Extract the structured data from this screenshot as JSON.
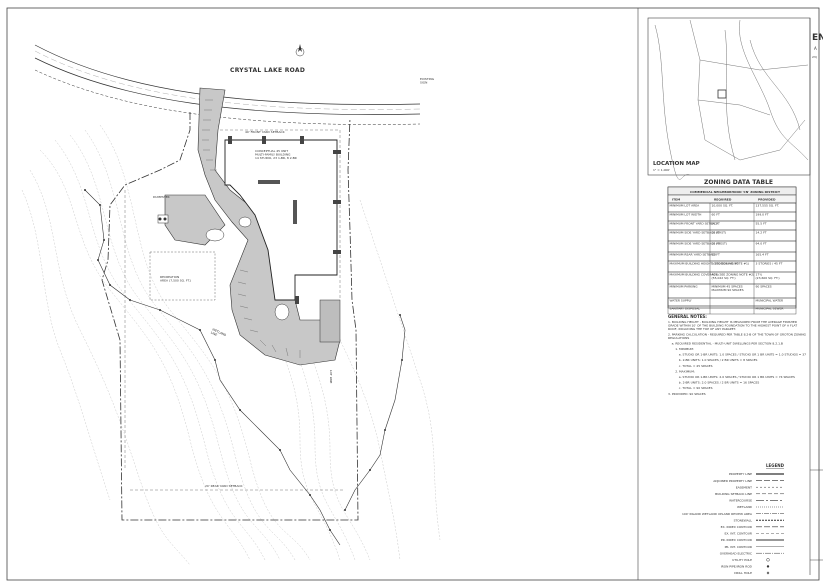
{
  "site_plan": {
    "road_label": "CRYSTAL LAKE ROAD",
    "building_label": "CONCEPTUAL 45 UNIT\nMULTI-FAMILY BUILDING\n14 STUDIO, 23 1-BR, 8 2-BR",
    "setback_front": "40' FRONT YARD SETBACK",
    "setback_rear": "20' REAR YARD SETBACK",
    "recreation_label": "RECREATION\nAREA (7,500 SQ. FT.)",
    "dumpster_label": "DUMPSTER",
    "lot_lines_label": "LOT LINE",
    "existing_label": "EXISTING\nSIGN",
    "wetland_label": "WETLAND\nLINE"
  },
  "location_map": {
    "title": "LOCATION MAP",
    "scale": "1\" = 1,000'"
  },
  "zoning": {
    "title": "ZONING DATA TABLE",
    "subtitle": "COMMERCIAL NEIGHBORHOOD 'CN' ZONING DISTRICT",
    "headers": [
      "ITEM",
      "REQUIRED",
      "PROVIDED"
    ],
    "rows": [
      [
        "MINIMUM LOT AREA",
        "10,000 SQ. FT.",
        "137,555 SQ. FT."
      ],
      [
        "MINIMUM LOT WIDTH",
        "60 FT",
        "199.0 FT"
      ],
      [
        "MINIMUM FRONT YARD SETBACK",
        "20 FT",
        "55.5 FT"
      ],
      [
        "MINIMUM SIDE YARD SETBACK (EAST)",
        "10 FT",
        "14.2 FT"
      ],
      [
        "MINIMUM SIDE YARD SETBACK (WEST)",
        "10 FT",
        "94.0 FT"
      ],
      [
        "MINIMUM REAR YARD SETBACK",
        "20 FT",
        "165.4 FT"
      ],
      [
        "MAXIMUM BUILDING HEIGHT (SEE ZONING NOTE #1)",
        "3 STORIES / 45 FT",
        "3 STORIES / 45 FT"
      ],
      [
        "MAXIMUM BUILDING COVERAGE (SEE ZONING NOTE #2)",
        "40%\n(55,022 SQ. FT.)",
        "17%\n(23,600 SQ. FT.)"
      ],
      [
        "MINIMUM PARKING",
        "MINIMUM 45 SPACES\nMAXIMUM 90 SPACES",
        "90 SPACES"
      ],
      [
        "WATER SUPPLY",
        "",
        "MUNICIPAL WATER"
      ],
      [
        "SANITARY DISPOSAL",
        "",
        "MUNICIPAL SEWER"
      ]
    ]
  },
  "notes": {
    "title": "GENERAL NOTES:",
    "items": [
      "1.  BUILDING HEIGHT - BUILDING HEIGHT IS MEASURED FROM THE AVERAGE FINISHED GRADE WITHIN 10' OF THE BUILDING FOUNDATION TO THE HIGHEST POINT OF A FLAT ROOF, INCLUDING THE TOP OF ANY PARAPET.",
      "2.  PARKING CALCULATION - REQUIRED PER TABLE 8.2-B OF THE TOWN OF GROTON ZONING REGULATIONS",
      "    a.  REQUIRED RESIDENTIAL - MULTI-UNIT DWELLINGS PER SECTION 8.2.1.B",
      "        1.  MINIMUM:",
      "            a.  STUDIO OR 1-BR UNITS: 1.0 SPACES / STUDIO OR 1 BR UNITS = 1.0 STUDIOS = 37",
      "            b.  2-BR UNITS: 1.0 SPACES / 2 BR UNITS = 8 SPACES",
      "            c.  TOTAL = 45 SPACES",
      "        2.  MAXIMUM:",
      "            a.  STUDIO OR 1-BR UNITS: 2.0 SPACES / STUDIO OR 1 BR UNITS = 74 SPACES",
      "            b.  2-BR UNITS: 2.0 SPACES / 2 BR UNITS = 16 SPACES",
      "            c.  TOTAL = 90 SPACES",
      "3.  PROVIDED: 90 SPACES"
    ]
  },
  "legend": {
    "title": "LEGEND",
    "items": [
      "PROPERTY LINE",
      "ADJOINER PROPERTY LINE",
      "EASEMENT",
      "BUILDING SETBACK LINE",
      "WATERCOURSE",
      "WETLAND",
      "100' INLAND WETLAND UPLAND REVIEW AREA",
      "STONEWALL",
      "EX. INDEX CONTOUR",
      "EX. INT. CONTOUR",
      "PR. INDEX CONTOUR",
      "PR. INT. CONTOUR",
      "OVERHEAD ELECTRIC",
      "UTILITY POLE",
      "IRON PIPE/IRON ROD",
      "DRILL HOLE"
    ]
  },
  "title_block": {
    "firm_initial": "EN",
    "line2": "A",
    "line3": "23("
  },
  "colors": {
    "line": "#333333",
    "paving": "#c8c8c8",
    "contour": "#b5b5b5",
    "table_header": "#eeeeee"
  }
}
